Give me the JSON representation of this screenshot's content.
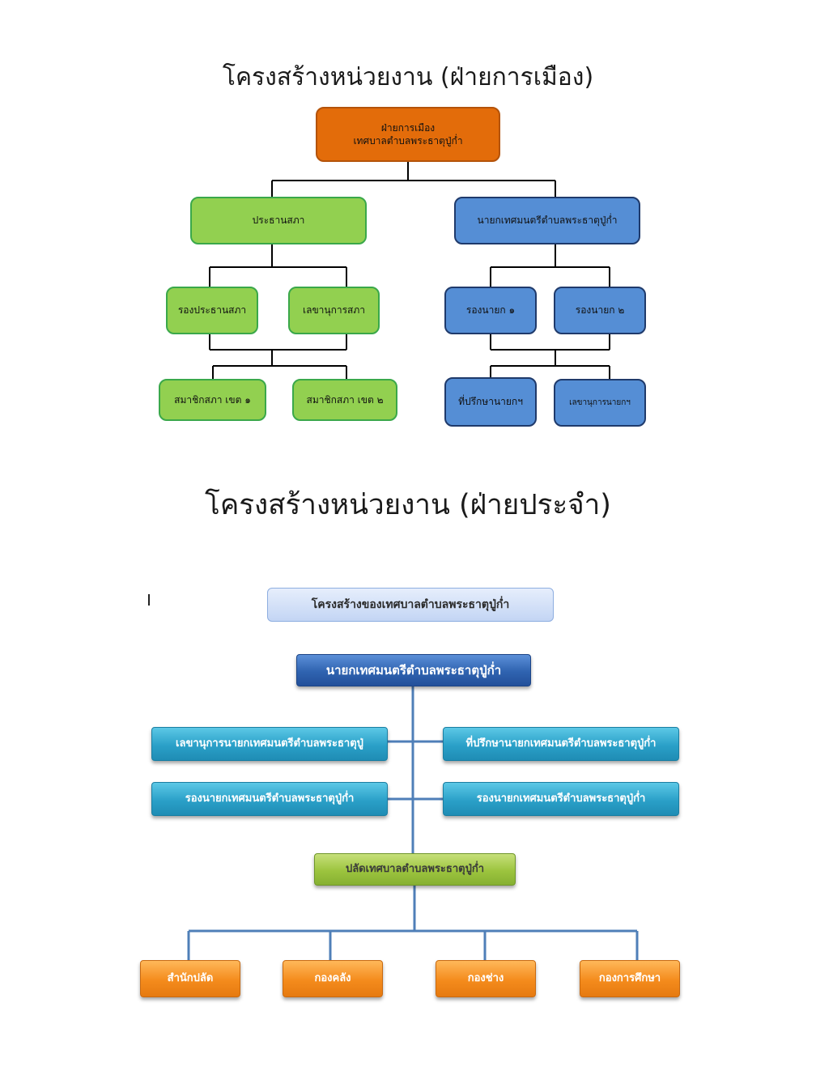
{
  "chart1": {
    "title": "โครงสร้างหน่วยงาน (ฝ่ายการเมือง)",
    "root": {
      "line1": "ฝ่ายการเมือง",
      "line2": "เทศบาลตำบลพระธาตุปู่ก่ำ"
    },
    "left_head": "ประธานสภา",
    "left_children": [
      "รองประธานสภา",
      "เลขานุการสภา"
    ],
    "left_leaves": [
      "สมาชิกสภา เขต ๑",
      "สมาชิกสภา เขต ๒"
    ],
    "right_head": "นายกเทศมนตรีตำบลพระธาตุปู่ก่ำ",
    "right_children": [
      "รองนายก ๑",
      "รองนายก ๒"
    ],
    "right_leaves": [
      "ที่ปรึกษานายกฯ",
      "เลขานุการนายกฯ"
    ],
    "colors": {
      "orange": "#e36c0a",
      "green": "#92d050",
      "blue": "#558ed5"
    }
  },
  "chart2": {
    "title": "โครงสร้างหน่วยงาน (ฝ่ายประจำ)",
    "header": "โครงสร้างของเทศบาลตำบลพระธาตุปู่ก่ำ",
    "mayor": "นายกเทศมนตรีตำบลพระธาตุปู่ก่ำ",
    "left_secretary": "เลขานุการนายกเทศมนตรีตำบลพระธาตุปู่",
    "right_advisor": "ที่ปรึกษานายกเทศมนตรีตำบลพระธาตุปู่ก่ำ",
    "left_deputy": "รองนายกเทศมนตรีตำบลพระธาตุปู่ก่ำ",
    "right_deputy": "รองนายกเทศมนตรีตำบลพระธาตุปู่ก่ำ",
    "clerk": "ปลัดเทศบาลตำบลพระธาตุปู่ก่ำ",
    "departments": [
      "สำนักปลัด",
      "กองคลัง",
      "กองช่าง",
      "กองการศึกษา"
    ],
    "colors": {
      "darkblue": "#2f63b0",
      "cyan": "#2aa0c8",
      "lime": "#9cc43e",
      "orange": "#f48b1c",
      "line": "#4f7fb8"
    }
  }
}
